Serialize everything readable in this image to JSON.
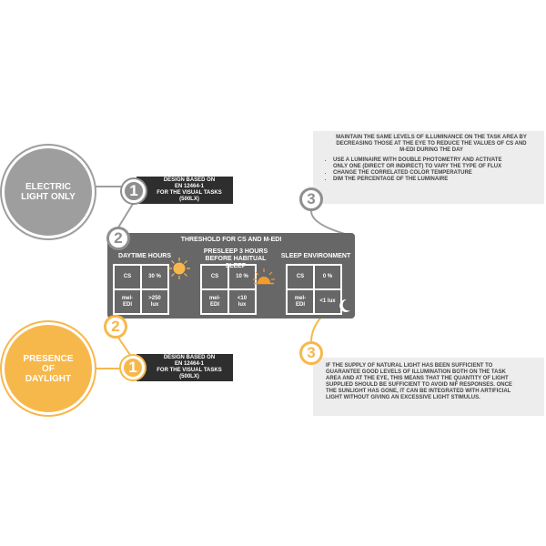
{
  "electric": {
    "line1": "ELECTRIC",
    "line2": "LIGHT ONLY"
  },
  "daylight": {
    "line1": "PRESENCE",
    "line2": "OF",
    "line3": "DAYLIGHT"
  },
  "steps": {
    "one": "1",
    "two": "2",
    "three": "3"
  },
  "design_box": {
    "line1": "DESIGN BASED ON",
    "line2": "EN 12464-1",
    "line3": "FOR THE VISUAL TASKS",
    "line4": "(500LX)"
  },
  "threshold": {
    "title": "THRESHOLD FOR CS AND M-EDI",
    "daytime": {
      "label": "DAYTIME HOURS",
      "cs_label": "CS",
      "cs_value": "30 %",
      "medi_label_1": "mel-",
      "medi_label_2": "EDI",
      "medi_value_1": ">250",
      "medi_value_2": "lux"
    },
    "presleep": {
      "label_1": "PRESLEEP 3 HOURS",
      "label_2": "BEFORE HABITUAL SLEEP",
      "cs_label": "CS",
      "cs_value": "10 %",
      "medi_label_1": "mel-",
      "medi_label_2": "EDI",
      "medi_value_1": "<10",
      "medi_value_2": "lux"
    },
    "sleep": {
      "label": "SLEEP ENVIRONMENT",
      "cs_label": "CS",
      "cs_value": "0 %",
      "medi_label_1": "mel-",
      "medi_label_2": "EDI",
      "medi_value": "<1 lux"
    }
  },
  "electric_note": {
    "text_1": "MAINTAIN THE SAME LEVELS OF ILLUMINANCE ON THE TASK AREA BY",
    "text_2": "DECREASING THOSE AT THE EYE TO REDUCE THE VALUES OF CS AND",
    "text_3": "M-EDI DURING THE DAY",
    "bullets": [
      "USE A LUMINAIRE WITH DOUBLE PHOTOMETRY AND ACTIVATE",
      "ONLY ONE (DIRECT OR INDIRECT) TO VARY THE TYPE OF FLUX",
      "CHANGE THE CORRELATED COLOR TEMPERATURE",
      "DIM THE PERCENTAGE OF THE LUMINAIRE"
    ]
  },
  "daylight_note": {
    "lines": [
      "IF THE SUPPLY OF NATURAL LIGHT HAS BEEN SUFFICIENT TO",
      "GUARANTEE GOOD LEVELS OF ILLUMINATION BOTH ON THE TASK",
      "AREA AND AT THE EYE, THIS MEANS THAT THE QUANTITY OF LIGHT",
      "SUPPLIED SHOULD BE SUFFICIENT TO AVOID NIF RESPONSES. ONCE",
      "THE SUNLIGHT HAS GONE, IT CAN BE INTEGRATED WITH ARTIFICIAL",
      "LIGHT WITHOUT GIVING AN EXCESSIVE LIGHT STIMULUS."
    ]
  },
  "colors": {
    "gray": "#9e9e9e",
    "yellow": "#f7b84b",
    "dark": "#2e2e2e",
    "panel": "#676767",
    "note_bg": "#ededed"
  }
}
